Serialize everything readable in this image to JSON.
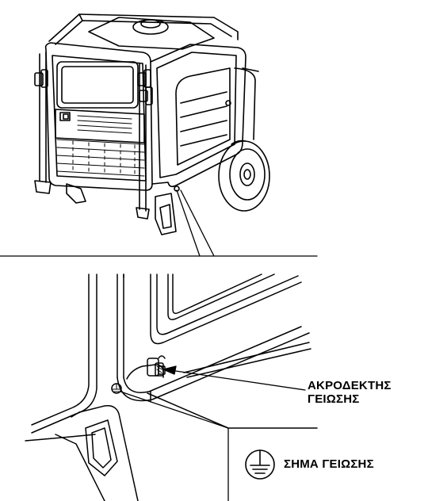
{
  "callouts": {
    "ground_terminal": {
      "line1": "ΑΚΡΟΔΕΚΤΗΣ",
      "line2": "ΓΕΙΩΣΗΣ"
    },
    "ground_symbol": {
      "label": "ΣΗΜΑ ΓΕΙΩΣΗΣ",
      "icon": "ground-symbol-icon"
    }
  },
  "colors": {
    "ink": "#000000",
    "background": "#ffffff"
  }
}
